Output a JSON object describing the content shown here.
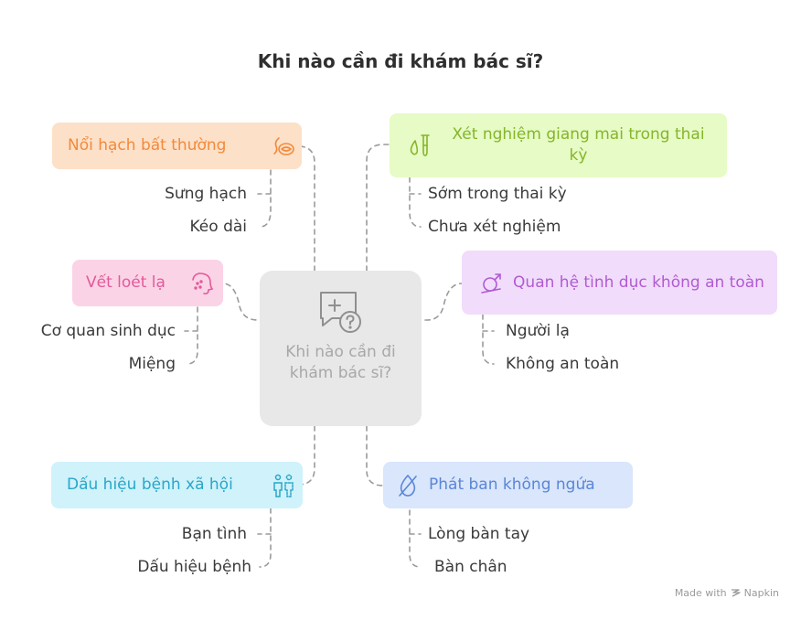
{
  "title": "Khi nào cần đi khám bác sĩ?",
  "center": {
    "label": "Khi nào cần đi khám bác sĩ?",
    "icon": "medical-question-icon"
  },
  "branches": [
    {
      "id": "lymph",
      "label": "Nổi hạch bất thường",
      "icon": "lymph-node-icon",
      "color": "#f28a3b",
      "bg": "#fde0c8",
      "leaves": [
        "Sưng hạch",
        "Kéo dài"
      ]
    },
    {
      "id": "ulcer",
      "label": "Vết loét lạ",
      "icon": "face-sores-icon",
      "color": "#e25a9a",
      "bg": "#fbd3e6",
      "leaves": [
        "Cơ quan sinh dục",
        "Miệng"
      ]
    },
    {
      "id": "social",
      "label": "Dấu hiệu bệnh xã hội",
      "icon": "people-icon",
      "color": "#2aa6c8",
      "bg": "#cff2fb",
      "leaves": [
        "Bạn tình",
        "Dấu hiệu bệnh"
      ]
    },
    {
      "id": "test",
      "label": "Xét nghiệm giang mai trong thai kỳ",
      "icon": "test-tube-icon",
      "color": "#86b52a",
      "bg": "#e6fbc5",
      "leaves": [
        "Sớm trong thai kỳ",
        "Chưa xét nghiệm"
      ]
    },
    {
      "id": "unsafe",
      "label": "Quan hệ tình dục không an toàn",
      "icon": "no-sex-icon",
      "color": "#b05bd2",
      "bg": "#f1dcfb",
      "leaves": [
        "Người lạ",
        "Không an toàn"
      ]
    },
    {
      "id": "rash",
      "label": "Phát ban không ngứa",
      "icon": "no-itch-icon",
      "color": "#5a86d6",
      "bg": "#d9e6fb",
      "leaves": [
        "Lòng bàn tay",
        "Bàn chân"
      ]
    }
  ],
  "watermark": {
    "prefix": "Made with",
    "brand": "Napkin"
  }
}
